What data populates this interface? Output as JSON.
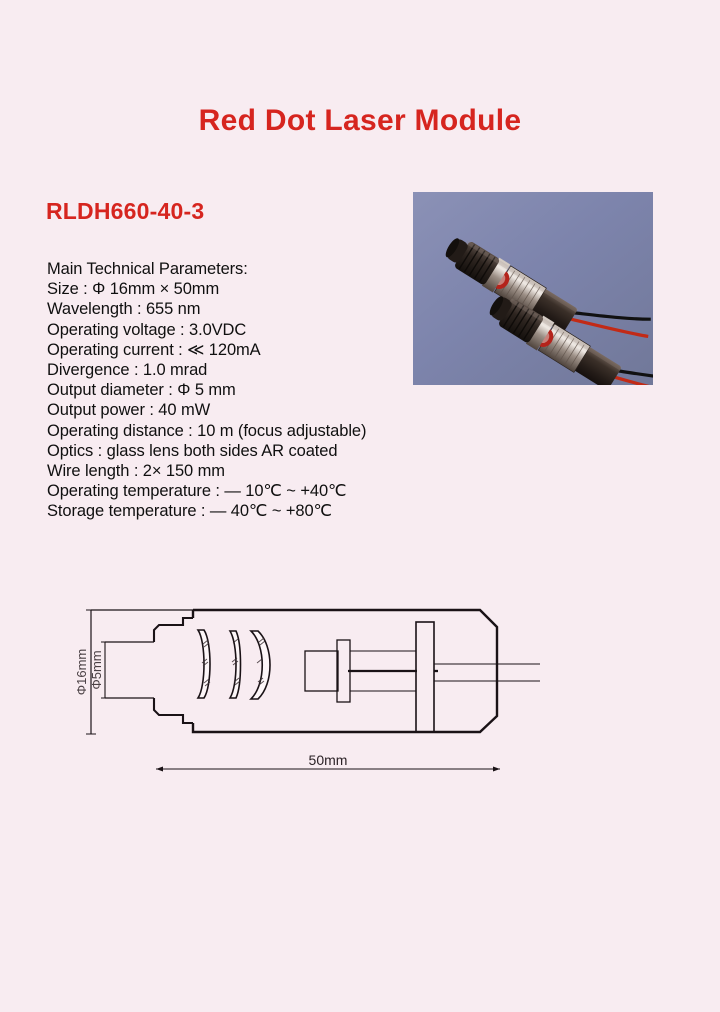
{
  "page": {
    "background_color": "#f8ecf1",
    "title": "Red Dot Laser Module",
    "title_color": "#d6251f"
  },
  "model": {
    "number": "RLDH660-40-3",
    "color": "#d6251f"
  },
  "specs": {
    "heading": "Main Technical Parameters:",
    "lines": [
      "Main Technical Parameters:",
      "Size : Φ 16mm × 50mm",
      "Wavelength : 655 nm",
      "Operating voltage : 3.0VDC",
      "Operating current : ≪ 120mA",
      "Divergence : 1.0 mrad",
      "Output diameter : Φ 5 mm",
      "Output power : 40 mW",
      "Operating distance : 10 m (focus adjustable)",
      "Optics : glass lens both sides AR coated",
      "Wire length : 2× 150 mm",
      "Operating temperature : — 10℃ ~ +40℃",
      "Storage temperature : — 40℃ ~ +80℃"
    ],
    "values": {
      "size": "Φ 16mm × 50mm",
      "wavelength": "655 nm",
      "operating_voltage": "3.0VDC",
      "operating_current": "≪ 120mA",
      "divergence": "1.0 mrad",
      "output_diameter": "Φ 5 mm",
      "output_power": "40 mW",
      "operating_distance": "10 m (focus adjustable)",
      "optics": "glass lens both sides AR coated",
      "wire_length": "2× 150 mm",
      "operating_temperature": "— 10℃ ~ +40℃",
      "storage_temperature": "— 40℃ ~ +80℃"
    }
  },
  "photo": {
    "name": "laser-module-product-photo",
    "background_color": "#7e85ad",
    "description": "Two red dot laser modules with red and black lead wires"
  },
  "drawing": {
    "name": "cross-section-drawing",
    "dimension_diameter_body": "Φ16mm",
    "dimension_diameter_output": "Φ5mm",
    "dimension_length": "50mm",
    "line_color": "#1a1216"
  }
}
